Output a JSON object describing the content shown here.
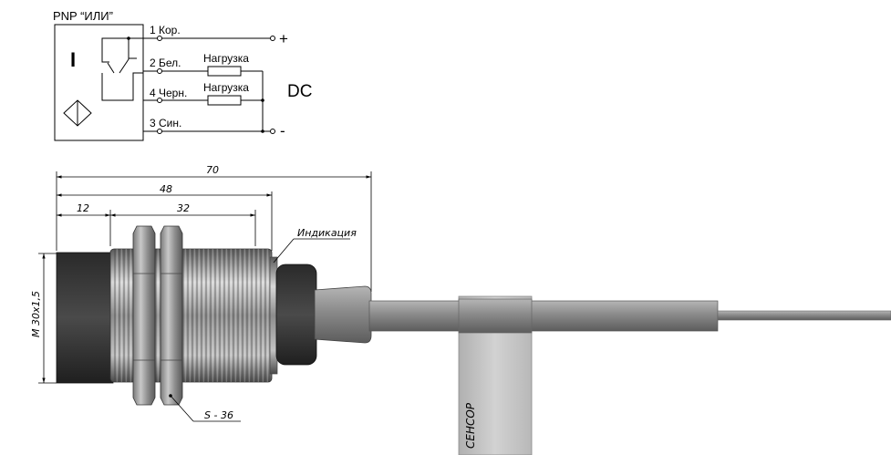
{
  "schematic": {
    "title": "PNP “ИЛИ”",
    "sensor_symbol": "I",
    "pins": [
      {
        "label": "1 Кор."
      },
      {
        "label": "2 Бел."
      },
      {
        "label": "4 Черн."
      },
      {
        "label": "3 Син."
      }
    ],
    "loads": [
      {
        "label": "Нагрузка"
      },
      {
        "label": "Нагрузка"
      }
    ],
    "plus": "+",
    "minus": "-",
    "supply": "DC"
  },
  "drawing": {
    "dimensions": {
      "overall": "70",
      "to_nut": "48",
      "front": "12",
      "thread_length": "32",
      "thread": "M 30x1,5",
      "wrench": "S - 36"
    },
    "indication_label": "Индикация",
    "cable_tag": "СЕНСОР"
  },
  "colors": {
    "metal_dark": "#6f6f6f",
    "metal_light": "#e4e4e4",
    "cap": "#3d3d3d",
    "cable": "#9a9a9a",
    "tag": "#c9c9c9"
  }
}
